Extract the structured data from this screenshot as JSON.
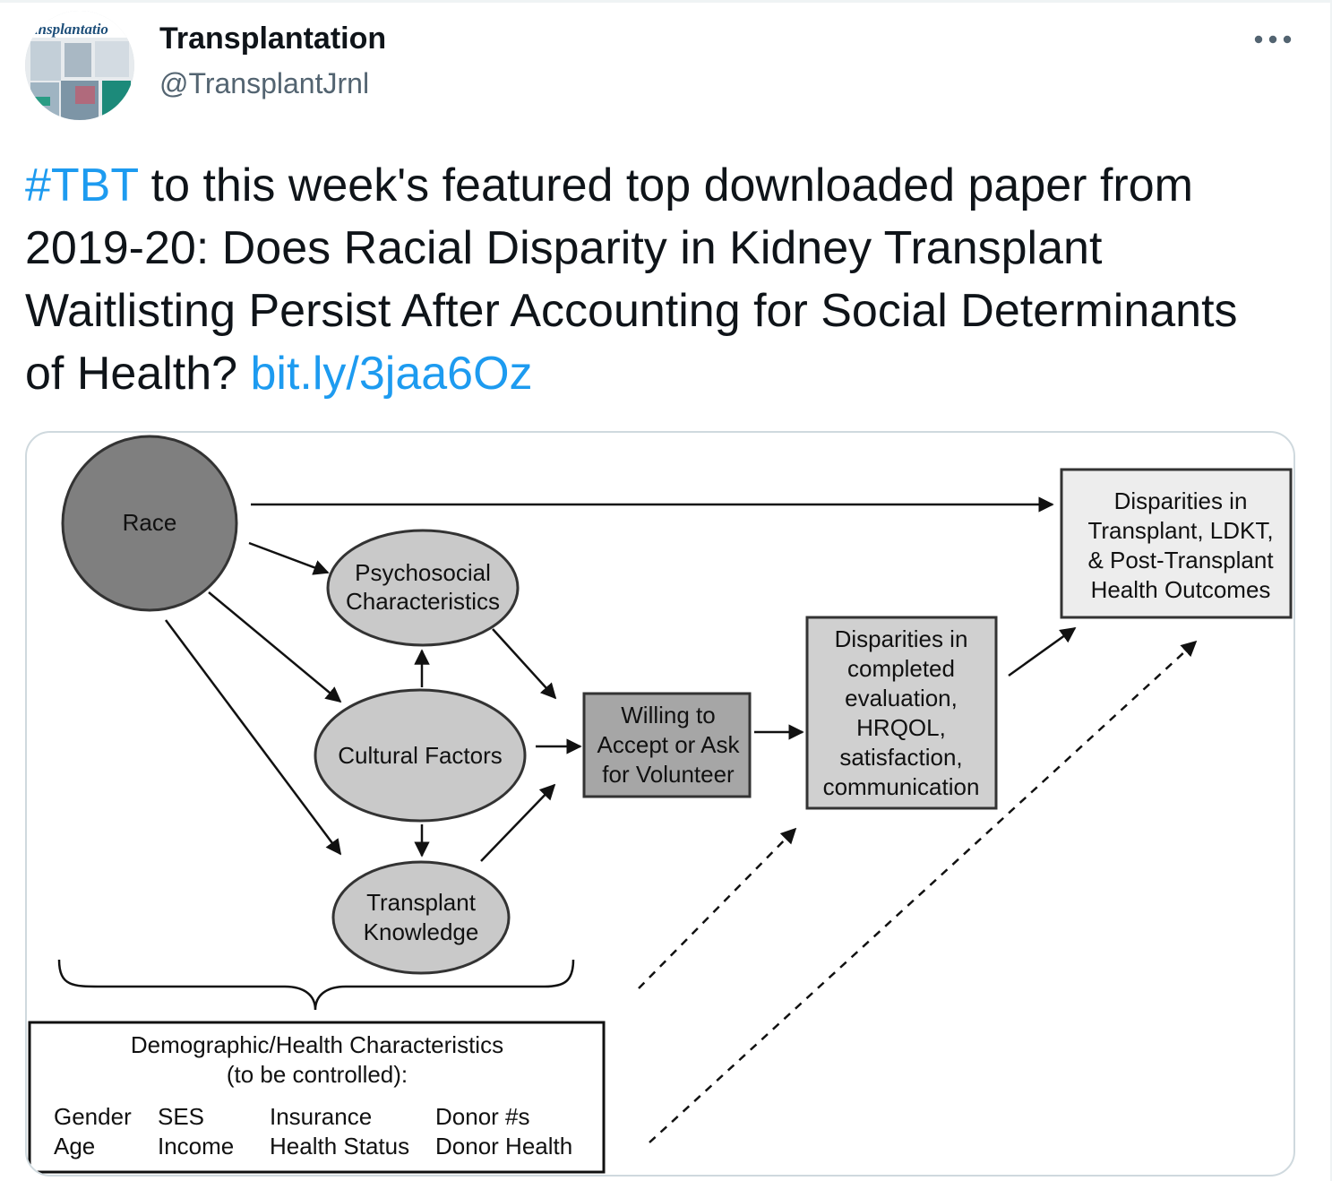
{
  "author": {
    "name": "Transplantation",
    "handle": "@TransplantJrnl",
    "avatar_icon": "journal-cover-icon",
    "avatar_text": "ansplantatio"
  },
  "tweet": {
    "hashtag": "#TBT",
    "text": " to this week's featured top downloaded paper from 2019-20: Does Racial Disparity in Kidney Transplant Waitlisting Persist After Accounting for Social Determinants of Health? ",
    "link": "bit.ly/3jaa6Oz"
  },
  "more_icon": "more-horizontal-icon",
  "colors": {
    "link": "#1d9bf0",
    "node_dark": "#7f7f7f",
    "node_light": "#c9c9c9",
    "outcome_box": "#ededed"
  },
  "diagram": {
    "race": "Race",
    "psychosocial": [
      "Psychosocial",
      "Characteristics"
    ],
    "cultural": "Cultural Factors",
    "knowledge": [
      "Transplant",
      "Knowledge"
    ],
    "willing": [
      "Willing to",
      "Accept or Ask",
      "for Volunteer"
    ],
    "disparities_eval": [
      "Disparities in",
      "completed",
      "evaluation,",
      "HRQOL,",
      "satisfaction,",
      "communication"
    ],
    "disparities_outcome": [
      "Disparities in",
      "Transplant, LDKT,",
      "& Post-Transplant",
      "Health Outcomes"
    ],
    "controls": {
      "title": [
        "Demographic/Health Characteristics",
        "(to be controlled):"
      ],
      "col1": [
        "Gender",
        "Age"
      ],
      "col2": [
        "SES",
        "Income"
      ],
      "col3": [
        "Insurance",
        "Health Status"
      ],
      "col4": [
        "Donor #s",
        "Donor Health"
      ]
    }
  }
}
